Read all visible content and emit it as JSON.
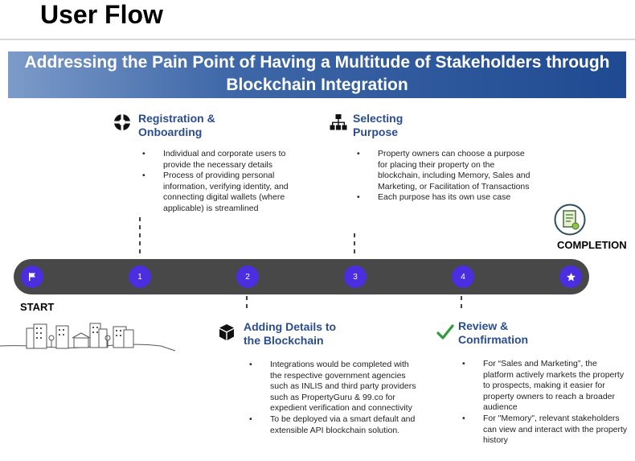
{
  "page_title": "User Flow",
  "banner": {
    "line1": "Addressing the Pain Point of Having a Multitude of Stakeholders through",
    "line2": "Blockchain Integration"
  },
  "timeline": {
    "start_label": "START",
    "completion_label": "COMPLETION",
    "nodes": [
      "1",
      "2",
      "3",
      "4"
    ],
    "start_icon": "flag-icon",
    "end_icon": "star-icon",
    "node_color": "#4b2ee0",
    "bar_color": "#484848"
  },
  "steps": [
    {
      "icon": "registration-icon",
      "title_line1": "Registration &",
      "title_line2": "Onboarding",
      "bullets": [
        "Individual and corporate users to provide the necessary details",
        "Process of providing personal information, verifying identity, and connecting digital wallets (where applicable) is streamlined"
      ]
    },
    {
      "icon": "cube-icon",
      "title_line1": "Adding Details to",
      "title_line2": "the Blockchain",
      "bullets": [
        "Integrations would be completed with the respective government agencies such as INLIS and third party providers such as PropertyGuru & 99.co for expedient verification and connectivity",
        "To be deployed via a smart default and extensible API blockchain solution."
      ]
    },
    {
      "icon": "hierarchy-icon",
      "title_line1": "Selecting",
      "title_line2": "Purpose",
      "bullets": [
        "Property owners can choose a purpose for placing their property on the blockchain, including Memory, Sales and Marketing, or Facilitation of Transactions",
        "Each purpose has its own use case"
      ]
    },
    {
      "icon": "checkmark-icon",
      "title_line1": "Review &",
      "title_line2": "Confirmation",
      "bullets": [
        "For “Sales and Marketing”, the platform actively markets the property to prospects, making it easier for property owners to reach a broader audience",
        "For \"Memory\", relevant stakeholders can view and interact with the property history"
      ]
    }
  ],
  "colors": {
    "accent": "#2a4d8f",
    "check": "#2e9e3a"
  }
}
